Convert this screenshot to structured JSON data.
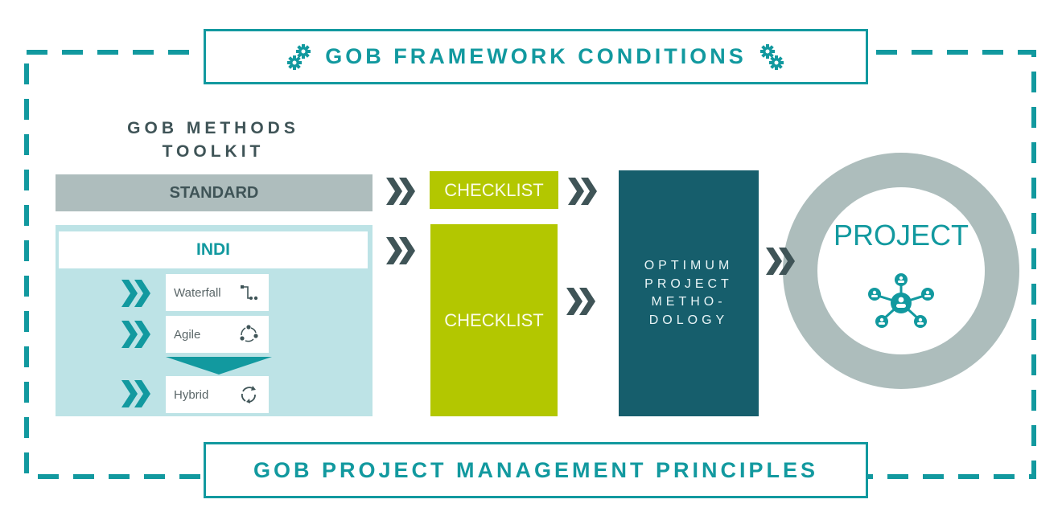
{
  "colors": {
    "teal": "#12999f",
    "dark_slate": "#3f5457",
    "gray": "#aebdbd",
    "light_teal": "#bde3e6",
    "lime": "#b3c700",
    "petrol": "#165e6c",
    "ring_gray": "#adbdbc"
  },
  "frame": {
    "top_title": "GOB FRAMEWORK CONDITIONS",
    "top_title_icons": [
      "gears-icon",
      "gears-icon"
    ],
    "bottom_title": "GOB PROJECT MANAGEMENT PRINCIPLES"
  },
  "toolkit": {
    "heading_line1": "GOB METHODS",
    "heading_line2": "TOOLKIT",
    "standard_label": "STANDARD",
    "indi_label": "INDI",
    "methods": [
      {
        "label": "Waterfall",
        "icon": "waterfall-steps-icon"
      },
      {
        "label": "Agile",
        "icon": "agile-cycle-icon"
      },
      {
        "label": "Hybrid",
        "icon": "hybrid-cycle-icon"
      }
    ]
  },
  "checklists": {
    "standard_checklist": "CHECKLIST",
    "indi_checklist": "CHECKLIST"
  },
  "optimum": {
    "lines": [
      "OPTIMUM",
      "PROJECT",
      "METHO-",
      "DOLOGY"
    ]
  },
  "project": {
    "label": "PROJECT",
    "icon": "people-network-icon"
  }
}
